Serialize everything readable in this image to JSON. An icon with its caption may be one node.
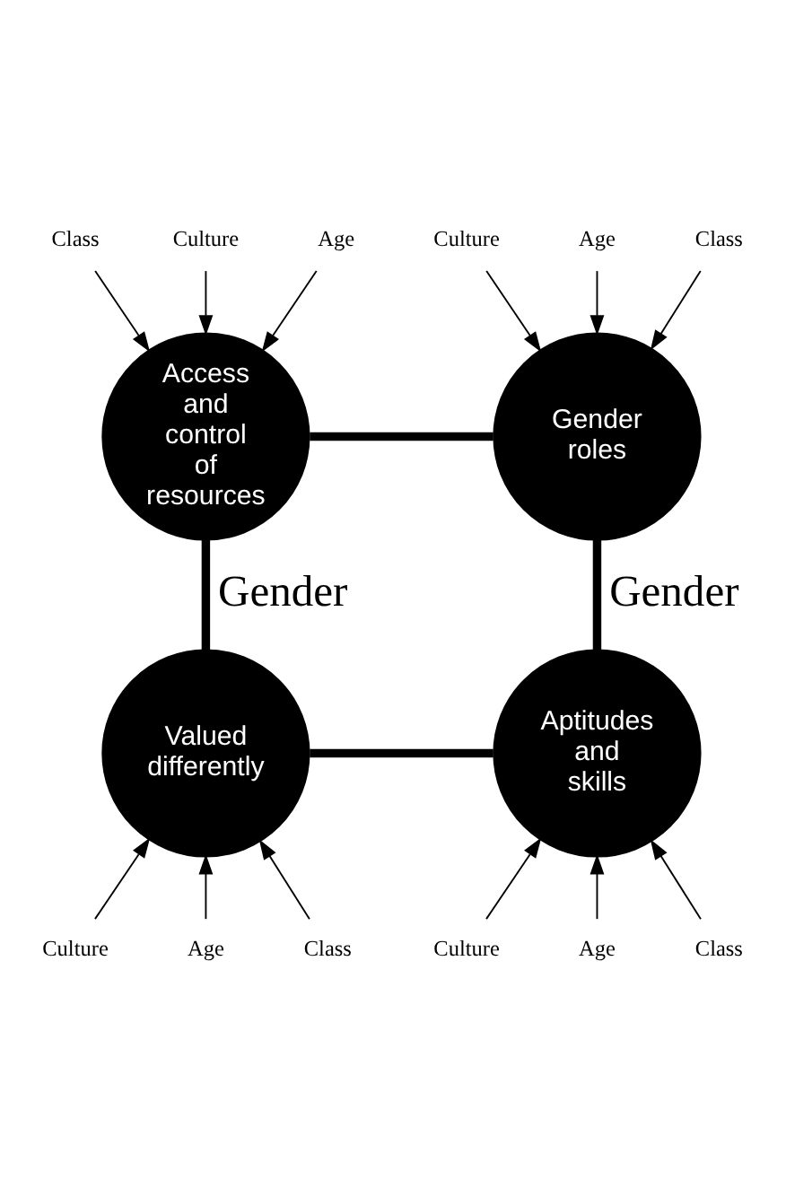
{
  "diagram": {
    "nodes": [
      {
        "text": [
          "Culture"
        ]
      },
      {
        "text": [
          "Age"
        ]
      },
      {
        "text": [
          "Class"
        ]
      },
      {
        "text": [
          "Gender roles"
        ]
      },
      {
        "text": [
          "Culture"
        ]
      },
      {
        "text": [
          "Age"
        ]
      },
      {
        "text": [
          "Class"
        ]
      },
      {
        "text": [
          "Access and control of resources"
        ]
      },
      {
        "text": [
          "Aptitudes and skills"
        ]
      },
      {
        "text": [
          "Culture"
        ]
      },
      {
        "text": [
          "Age"
        ]
      },
      {
        "text": [
          "Class"
        ]
      },
      {
        "text": [
          "Valued differently"
        ]
      },
      {
        "text": [
          "Culture"
        ]
      },
      {
        "text": [
          "Age"
        ]
      },
      {
        "text": [
          "Class"
        ]
      }
    ],
    "edges": [
      {
        "from": 0,
        "to": 3,
        "arrow": "to"
      },
      {
        "from": 1,
        "to": 3,
        "arrow": "to"
      },
      {
        "from": 2,
        "to": 3,
        "arrow": "to"
      },
      {
        "from": 4,
        "to": 7,
        "arrow": "to"
      },
      {
        "from": 5,
        "to": 7,
        "arrow": "to"
      },
      {
        "from": 6,
        "to": 7,
        "arrow": "to"
      },
      {
        "from": 9,
        "to": 8,
        "arrow": "to"
      },
      {
        "from": 10,
        "to": 8,
        "arrow": "to"
      },
      {
        "from": 11,
        "to": 8,
        "arrow": "to"
      },
      {
        "from": 13,
        "to": 12,
        "arrow": "to"
      },
      {
        "from": 14,
        "to": 12,
        "arrow": "to"
      },
      {
        "from": 15,
        "to": 12,
        "arrow": "to"
      },
      {
        "from": 3,
        "to": 7,
        "arrow": "none",
        "style": "thick"
      },
      {
        "from": 3,
        "to": 8,
        "arrow": "none",
        "style": "thick",
        "label": "Gender"
      },
      {
        "from": 7,
        "to": 12,
        "arrow": "none",
        "style": "thick",
        "label": "Gender"
      },
      {
        "from": 8,
        "to": 12,
        "arrow": "none",
        "style": "thick"
      }
    ]
  }
}
